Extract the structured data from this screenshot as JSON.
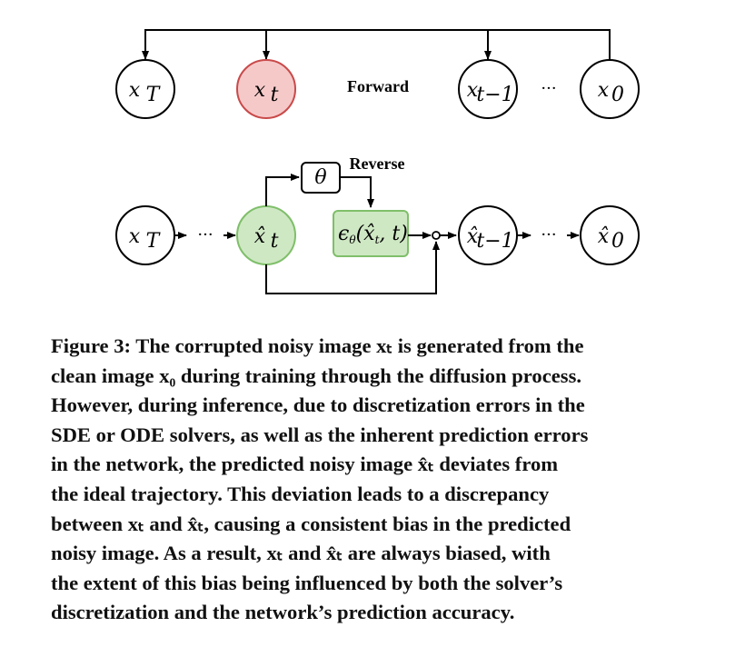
{
  "diagram": {
    "forward": {
      "label": "Forward",
      "nodes": [
        {
          "base": "x",
          "sub": "T",
          "hat": false,
          "highlight": "none"
        },
        {
          "base": "x",
          "sub": "t",
          "hat": false,
          "highlight": "red"
        },
        {
          "base": "x",
          "sub": "t−1",
          "hat": false,
          "highlight": "none"
        },
        {
          "base": "x",
          "sub": "0",
          "hat": false,
          "highlight": "none"
        }
      ],
      "ellipsis": "···"
    },
    "reverse": {
      "label": "Reverse",
      "nodes": [
        {
          "base": "x",
          "sub": "T",
          "hat": false,
          "highlight": "none"
        },
        {
          "base": "x̂",
          "sub": "t",
          "hat": true,
          "highlight": "green"
        },
        {
          "base": "x̂",
          "sub": "t−1",
          "hat": true,
          "highlight": "none"
        },
        {
          "base": "x̂",
          "sub": "0",
          "hat": true,
          "highlight": "none"
        }
      ],
      "theta_box": "θ",
      "eps_box": {
        "eps": "ϵ",
        "sub": "θ",
        "args": "(x̂",
        "args_sub": "t",
        "args_end": ", t)"
      },
      "ellipsis": "···"
    },
    "colors": {
      "red_fill": "#f6c9c9",
      "red_stroke": "#c94a4a",
      "green_fill": "#cfe8c4",
      "green_stroke": "#7fbf6a"
    }
  },
  "caption": {
    "lines": [
      "Figure 3: The corrupted noisy image xₜ is generated from the",
      "clean image x₀ during training through the diffusion process.",
      "However, during inference, due to discretization errors in the",
      "SDE or ODE solvers, as well as the inherent prediction errors",
      "in the network, the predicted noisy image x̂ₜ deviates from",
      "the ideal trajectory. This deviation leads to a discrepancy",
      "between xₜ and x̂ₜ, causing a consistent bias in the predicted",
      "noisy image. As a result, xₜ and x̂ₜ are always biased, with",
      "the extent of this bias being influenced by both the solver’s",
      "discretization and the network’s prediction accuracy."
    ]
  }
}
